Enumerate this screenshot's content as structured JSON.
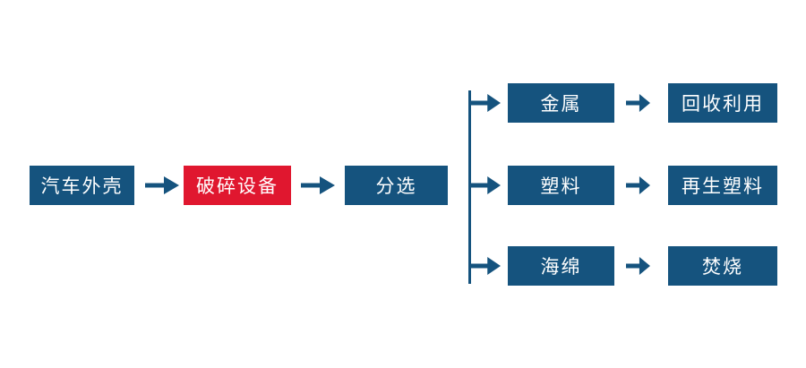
{
  "colors": {
    "node_blue": "#15537E",
    "node_red": "#E0172F",
    "arrow_blue": "#15537E",
    "node_text": "#FFFFFF",
    "background": "#FFFFFF"
  },
  "icons": {
    "arrow_right": "→"
  },
  "flow": {
    "main": [
      {
        "label": "汽车外壳",
        "color": "#15537E"
      },
      {
        "label": "破碎设备",
        "color": "#E0172F"
      },
      {
        "label": "分选",
        "color": "#15537E"
      }
    ],
    "branches": [
      {
        "material": "金属",
        "result": "回收利用"
      },
      {
        "material": "塑料",
        "result": "再生塑料"
      },
      {
        "material": "海绵",
        "result": "焚烧"
      }
    ]
  }
}
